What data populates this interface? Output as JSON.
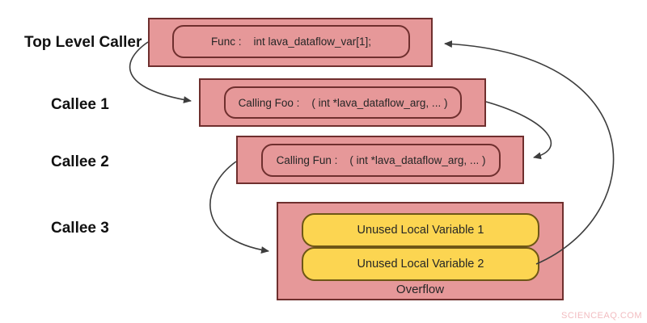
{
  "colors": {
    "box_fill": "#e69899",
    "box_border": "#6f2f2e",
    "yellow_fill": "#fcd551",
    "yellow_border": "#6e5716",
    "arrow": "#3d3d3d",
    "text": "#262626",
    "label": "#111111",
    "watermark": "#f2bcc0"
  },
  "side_labels": {
    "level0": "Top Level Caller",
    "level1": "Callee 1",
    "level2": "Callee 2",
    "level3": "Callee 3"
  },
  "frames": {
    "top": {
      "code": "Func :    int lava_dataflow_var[1];"
    },
    "callee1": {
      "code": "Calling Foo :    ( int *lava_dataflow_arg, ... )"
    },
    "callee2": {
      "code": "Calling Fun :    ( int *lava_dataflow_arg, ... )"
    },
    "callee3": {
      "unused1": "Unused Local Variable 1",
      "unused2": "Unused Local Variable 2",
      "caption": "Overflow"
    }
  },
  "watermark": "SCIENCEAQ.COM"
}
